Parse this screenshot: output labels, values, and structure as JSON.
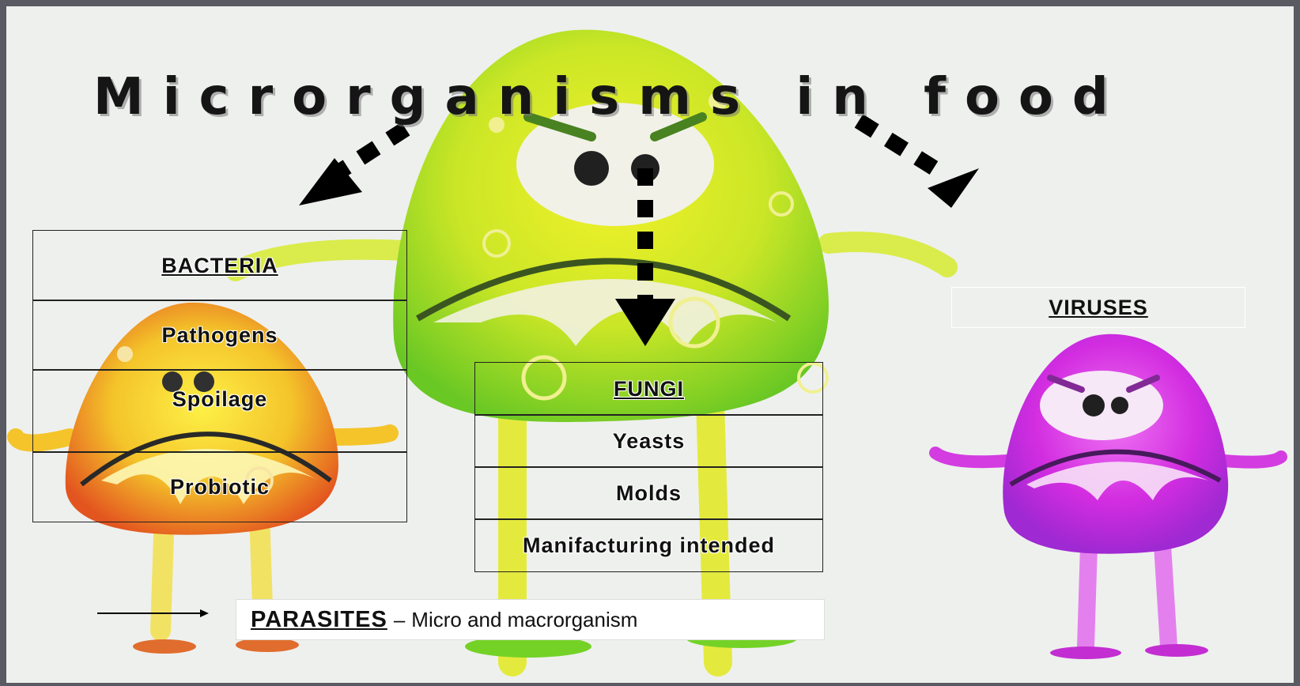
{
  "title": "Microrganisms in food",
  "bacteria": {
    "heading": "BACTERIA",
    "items": [
      "Pathogens",
      "Spoilage",
      "Probiotic"
    ]
  },
  "fungi": {
    "heading": "FUNGI",
    "items": [
      "Yeasts",
      "Molds",
      "Manifacturing intended"
    ]
  },
  "viruses": {
    "heading": "VIRUSES"
  },
  "parasites": {
    "heading": "PARASITES",
    "separator": "–",
    "description": "Micro and macrorganism"
  },
  "colors": {
    "background": "#eef0ee",
    "green_microbe": "#a6e01a",
    "orange_microbe": "#f0a020",
    "purple_microbe": "#c51ed8",
    "text": "#111111"
  }
}
